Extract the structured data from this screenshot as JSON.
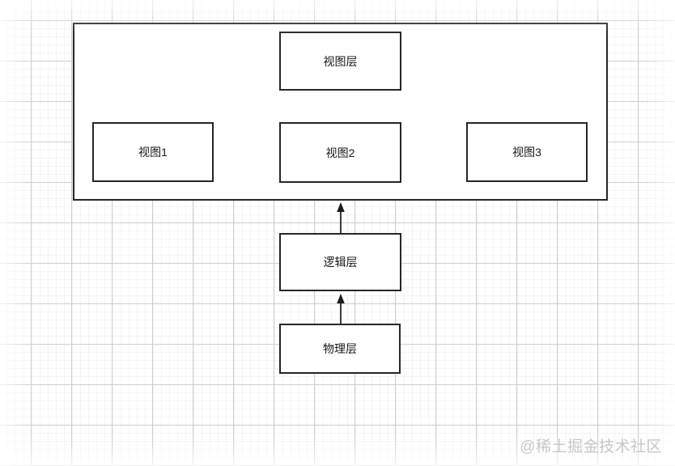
{
  "diagram": {
    "type": "layered-architecture",
    "nodes": [
      {
        "id": "view-container",
        "label": "",
        "role": "container"
      },
      {
        "id": "view-layer",
        "label": "视图层"
      },
      {
        "id": "view-1",
        "label": "视图1"
      },
      {
        "id": "view-2",
        "label": "视图2"
      },
      {
        "id": "view-3",
        "label": "视图3"
      },
      {
        "id": "logic-layer",
        "label": "逻辑层"
      },
      {
        "id": "physical-layer",
        "label": "物理层"
      }
    ],
    "edges": [
      {
        "from": "logic-layer",
        "to": "view-container",
        "arrow": "up"
      },
      {
        "from": "physical-layer",
        "to": "logic-layer",
        "arrow": "up"
      }
    ]
  },
  "watermark": {
    "text": "@稀土掘金技术社区"
  },
  "colors": {
    "shape_border": "#262626",
    "shape_fill": "#ffffff",
    "text": "#161616",
    "grid_minor": "#f4f4f4",
    "grid_major": "#cfcfcf",
    "background": "#ffffff",
    "watermark": "#c7c7c7"
  }
}
